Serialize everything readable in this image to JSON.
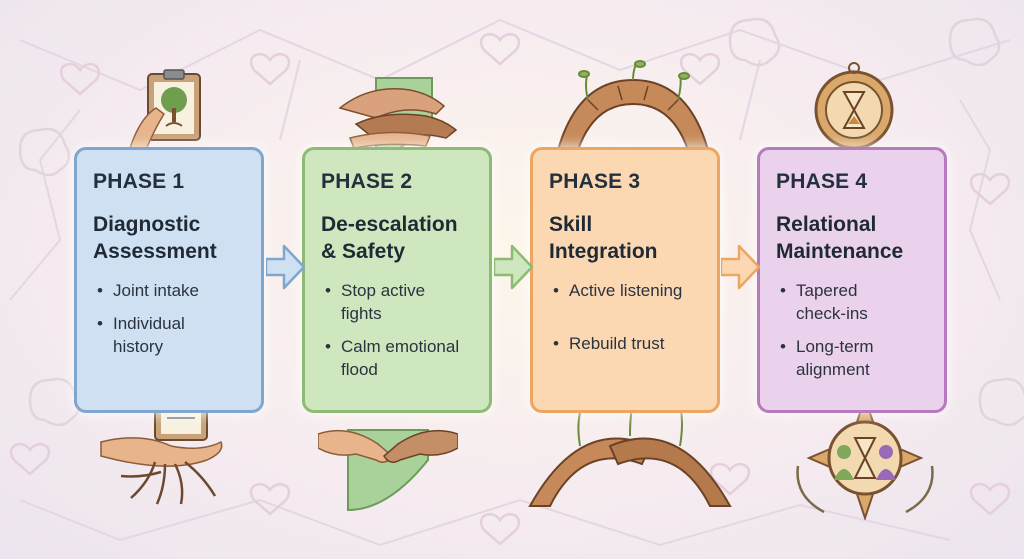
{
  "colors": {
    "phase1": "#a9c6e6",
    "phase2": "#b8dca1",
    "phase3": "#f7c48f",
    "phase4": "#e1bde2"
  },
  "phases": [
    {
      "label": "PHASE 1",
      "title_lines": [
        "Diagnostic",
        "Assessment"
      ],
      "bullets": [
        {
          "lines": [
            "Joint intake"
          ]
        },
        {
          "lines": [
            "Individual",
            "history"
          ]
        }
      ]
    },
    {
      "label": "PHASE 2",
      "title_lines": [
        "De-escalation",
        "& Safety"
      ],
      "bullets": [
        {
          "lines": [
            "Stop active",
            "fights"
          ]
        },
        {
          "lines": [
            "Calm emotional",
            "flood"
          ]
        }
      ]
    },
    {
      "label": "PHASE 3",
      "title_lines": [
        "Skill",
        "Integration"
      ],
      "bullets": [
        {
          "lines": [
            "Active listening"
          ]
        },
        {
          "lines": [
            "Rebuild trust"
          ]
        }
      ]
    },
    {
      "label": "PHASE 4",
      "title_lines": [
        "Relational",
        "Maintenance"
      ],
      "bullets": [
        {
          "lines": [
            "Tapered",
            "check-ins"
          ]
        },
        {
          "lines": [
            "Long-term",
            "alignment"
          ]
        }
      ]
    }
  ]
}
